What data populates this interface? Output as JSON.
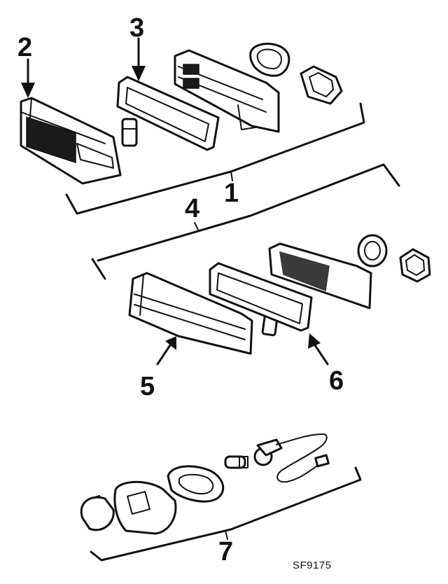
{
  "diagram": {
    "reference_code": "SF9175",
    "callouts": [
      {
        "id": "1",
        "label": "1"
      },
      {
        "id": "2",
        "label": "2"
      },
      {
        "id": "3",
        "label": "3"
      },
      {
        "id": "4",
        "label": "4"
      },
      {
        "id": "5",
        "label": "5"
      },
      {
        "id": "6",
        "label": "6"
      },
      {
        "id": "7",
        "label": "7"
      }
    ]
  }
}
